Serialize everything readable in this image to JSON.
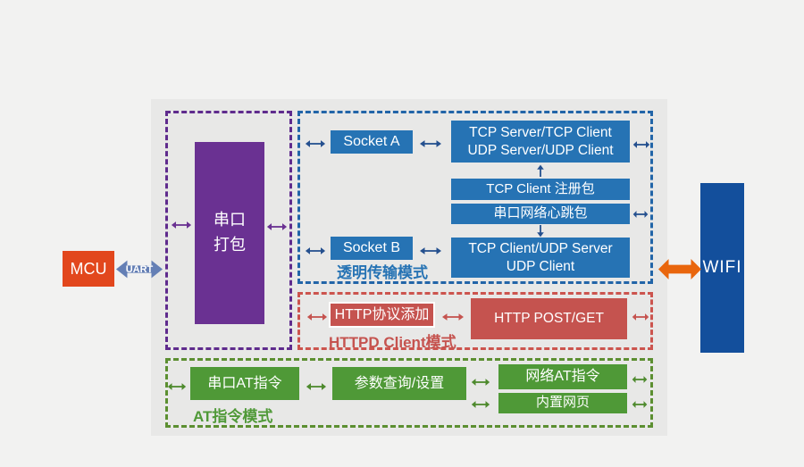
{
  "colors": {
    "background": "#F2F2F1",
    "panel": "#E8E8E7",
    "mcu_orange": "#E2471D",
    "uart_arrow_blue": "#647FB5",
    "purple": "#6A3192",
    "blue_box": "#2673B4",
    "navy_arrow": "#25508F",
    "wifi_blue": "#134F9C",
    "red_box": "#C5534F",
    "green_box": "#4F9937",
    "orange_arrow": "#E9660D"
  },
  "nodes": {
    "mcu": "MCU",
    "uart": "UART",
    "wifi": "WIFI",
    "serial_pack_line1": "串口",
    "serial_pack_line2": "打包"
  },
  "transparent_mode": {
    "label": "透明传输模式",
    "socket_a": "Socket A",
    "socket_b": "Socket B",
    "server_client_line1": "TCP Server/TCP Client",
    "server_client_line2": "UDP Server/UDP Client",
    "register_pack": "TCP Client 注册包",
    "heartbeat_pack": "串口网络心跳包",
    "client_server_line1": "TCP Client/UDP Server",
    "client_server_line2": "UDP Client"
  },
  "httpd_mode": {
    "label": "HTTPD Client模式",
    "protocol_add": "HTTP协议添加",
    "post_get": "HTTP POST/GET"
  },
  "at_mode": {
    "label": "AT指令模式",
    "serial_at": "串口AT指令",
    "param_query": "参数查询/设置",
    "network_at": "网络AT指令",
    "builtin_web": "内置网页"
  }
}
